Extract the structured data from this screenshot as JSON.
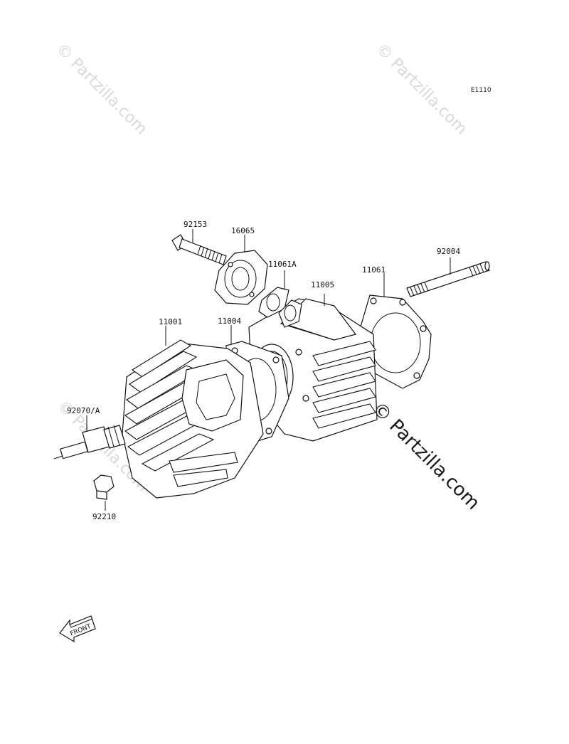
{
  "diagram": {
    "code": "E1110",
    "watermark": "© Partzilla.com",
    "front_arrow_label": "FRONT",
    "parts": {
      "p92153": "92153",
      "p16065": "16065",
      "p11061A": "11061A",
      "p11005": "11005",
      "p11061": "11061",
      "p92004": "92004",
      "p11001": "11001",
      "p11004": "11004",
      "p92070A": "92070/A",
      "p92210": "92210"
    }
  }
}
